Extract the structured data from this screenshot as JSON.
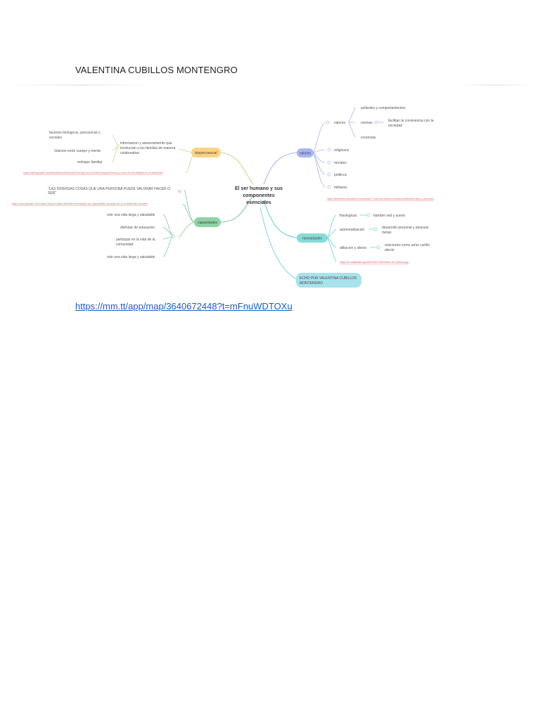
{
  "header": {
    "title": "VALENTINA CUBILLOS MONTENGRO"
  },
  "mindmap": {
    "center": [
      "El ser humano y sus",
      "componentes",
      "esenciales"
    ],
    "left": {
      "biopsicosocial": {
        "label": "biopsicosocial",
        "sub": [
          "informacion y asesoramiento que",
          "involucran a los familias de manera",
          "colaborativa"
        ],
        "leaves": [
          [
            "factores biologicos, psicosocial y",
            "sociales"
          ],
          [
            "relacion entre cuerpo y mente"
          ],
          [
            "enfoque familiar"
          ]
        ],
        "link": "https://sites.google.com/site/desarrollohumano2011/que-es-el-modelo-biopsicosocial-y-como-se-ve-reflejado-en-el-desarrollo"
      },
      "capacidades": {
        "label": "capacidades",
        "quote": [
          "\"LAS DIVERSAS COSAS QUE UNA PERSONA PUEDE VALORAR HACER O",
          "SER\""
        ],
        "link": "https://www.google.com/imgres?imgurl=https://pdfslide.net/enfoque-de-capacidades-amartya-sen-y-el-desarrollo-humano",
        "leaves": [
          [
            "vivir una vida larga y saludable"
          ],
          [
            "disfrutar de educacion"
          ],
          [
            "participar en la vida de la",
            "comunidad"
          ],
          [
            "vivir una vida larga y saludable"
          ]
        ]
      }
    },
    "right": {
      "valores": {
        "label": "valores",
        "items": [
          "valores",
          "religiosos",
          "morales",
          "politicos",
          "militares"
        ],
        "valores_sub": [
          "actitudes y comportamientos",
          "normas",
          "creencias"
        ],
        "normas_sub": [
          "facilitan la convivencia con la",
          "sociedad"
        ],
        "link": "https://definicion.de/valores-humanos/#:~:text=los-valores-humanos-definicion-tipos-y-ejemplos"
      },
      "necesidades": {
        "label": "necesidades",
        "items": [
          {
            "name": "fisiologicas",
            "sub": [
              "hambre sed y sueno"
            ]
          },
          {
            "name": "autorrealizacion",
            "sub": [
              "desarrollo personal y alcanzar",
              "metas"
            ]
          },
          {
            "name": "afiliacion y afecto",
            "sub": [
              "relaciones como amor cariño",
              "afecto"
            ]
          }
        ],
        "link": "https://es.wikipedia.org/wiki/Pir%C3%A1mide_de_Maslow.jpg"
      },
      "credit": [
        "ECHO POR VALENTINA CUBILLOS",
        "MONTENGRO"
      ]
    }
  },
  "footer": {
    "link": "https://mm.tt/app/map/3640672448?t=mFnuWDTOXu"
  },
  "colors": {
    "orange": "#fcd384",
    "green": "#8dd3a6",
    "blue": "#a8b6f2",
    "teal": "#86dcd6",
    "link": "#e35a5a"
  }
}
